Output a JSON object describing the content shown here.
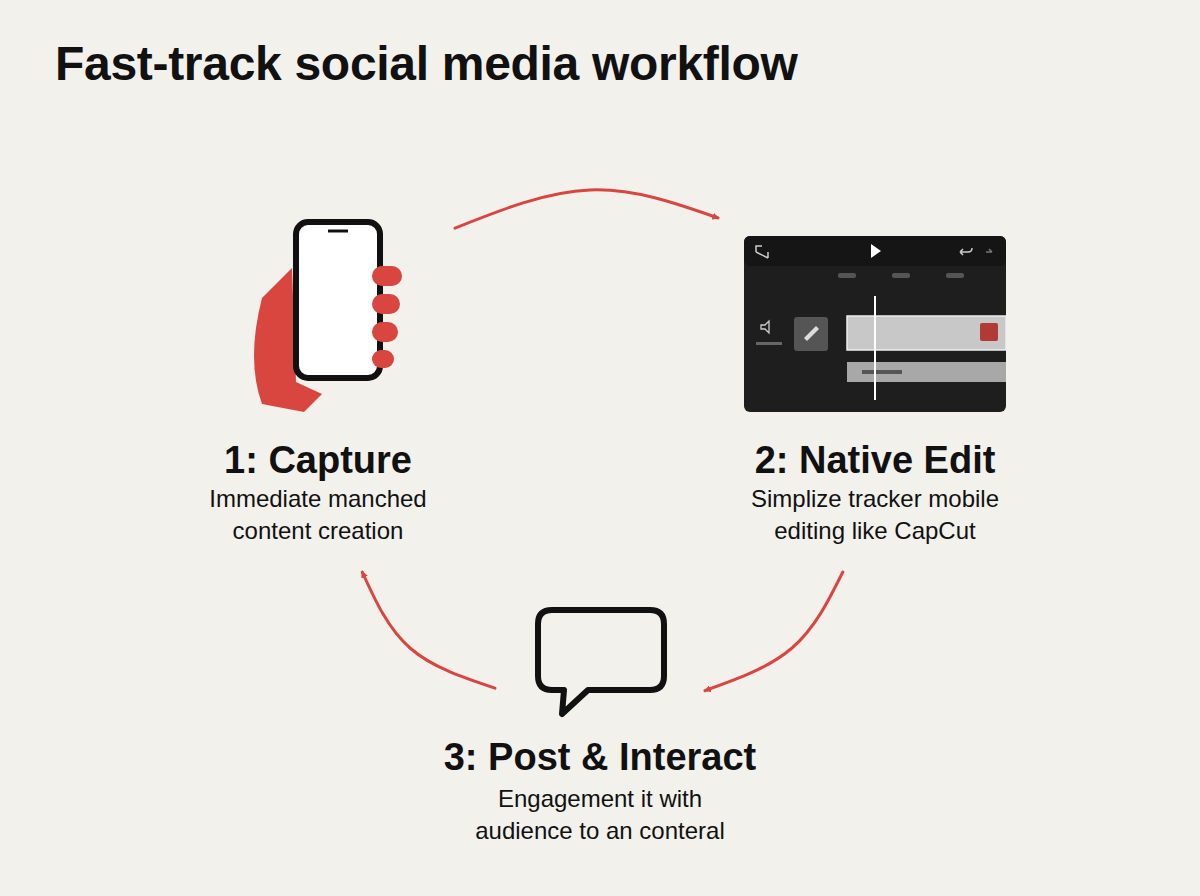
{
  "diagram": {
    "title": "Fast-track social media workflow",
    "nodes": [
      {
        "text": [
          "1: Capture",
          "Immediate manched content creation"
        ]
      },
      {
        "text": [
          "2: Native Edit",
          "Simplize tracker mobile editing like CapCut"
        ]
      },
      {
        "text": [
          "3: Post & Interact",
          "Engagement it with audience to an conteral"
        ]
      }
    ],
    "edges": [
      {
        "from": 0,
        "to": 1,
        "arrow": "to"
      },
      {
        "from": 1,
        "to": 2,
        "arrow": "to"
      },
      {
        "from": 2,
        "to": 0,
        "arrow": "to"
      }
    ]
  }
}
